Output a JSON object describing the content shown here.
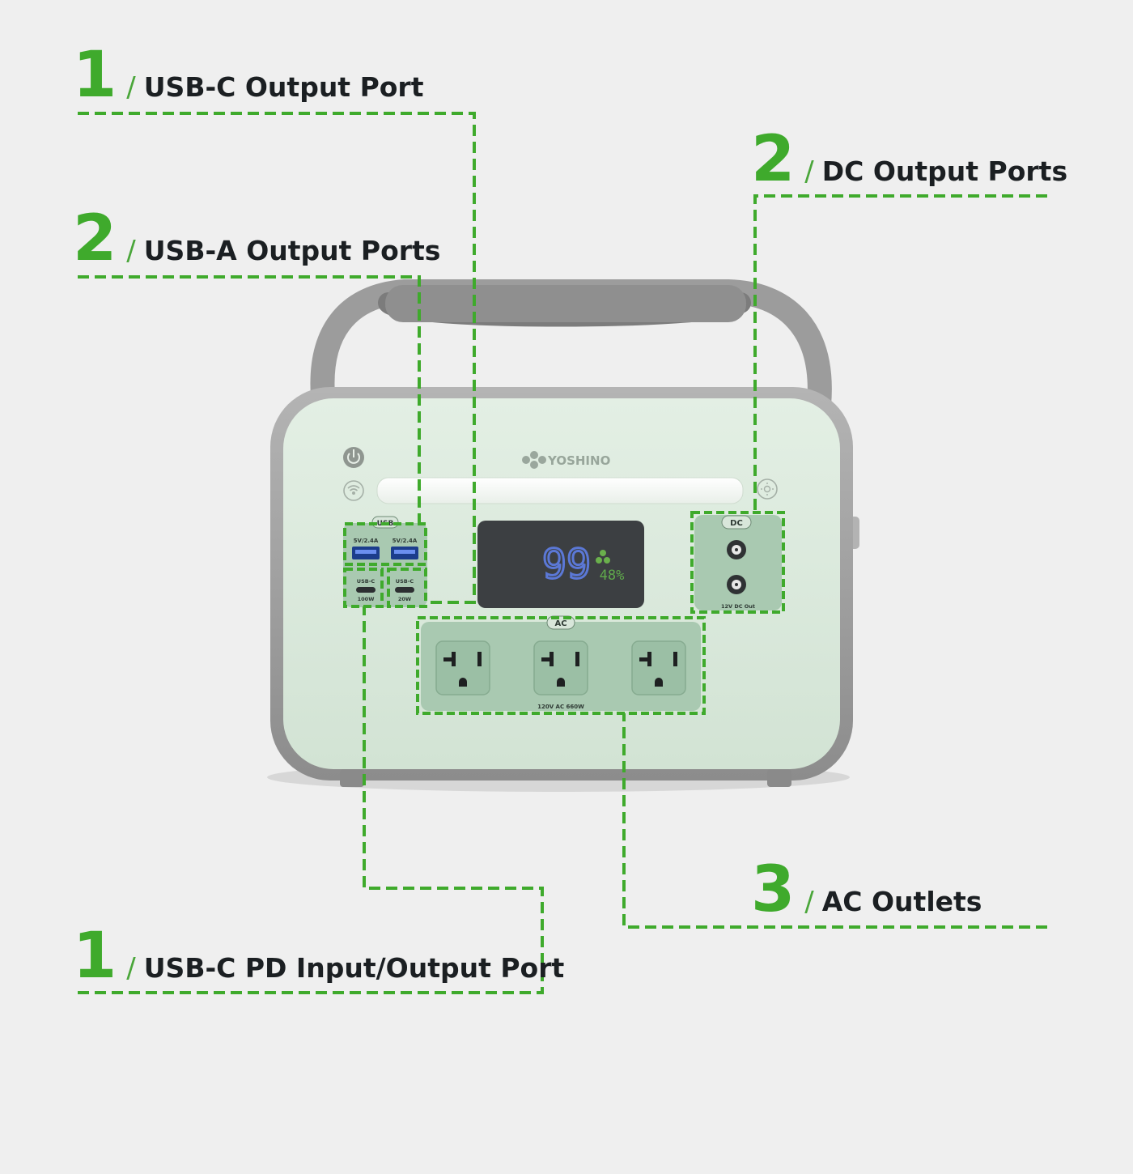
{
  "callouts": [
    {
      "count": "1",
      "label": "USB-C Output Port"
    },
    {
      "count": "2",
      "label": "USB-A Output Ports"
    },
    {
      "count": "2",
      "label": "DC Output Ports"
    },
    {
      "count": "3",
      "label": "AC Outlets"
    },
    {
      "count": "1",
      "label": "USB-C PD Input/Output Port"
    }
  ],
  "device": {
    "brand": "YOSHINO",
    "display_value": "99",
    "display_percent": "48%",
    "usb_panel_tag": "USB",
    "usb_a_left": "5V/2.4A",
    "usb_a_right": "5V/2.4A",
    "usb_c_left_name": "USB-C",
    "usb_c_left_watt": "100W",
    "usb_c_right_name": "USB-C",
    "usb_c_right_watt": "20W",
    "dc_panel_tag": "DC",
    "dc_panel_caption": "12V DC Out",
    "ac_panel_tag": "AC",
    "ac_panel_caption": "120V AC 660W"
  },
  "colors": {
    "accent": "#3faa2c",
    "body": "#d6e6d8",
    "panel": "#a9c9b1",
    "frame": "#9a9a9a",
    "screen": "#3c3f42",
    "screen_digits": "#5b78d6"
  },
  "icons": [
    "power-icon",
    "wifi-icon",
    "light-icon"
  ]
}
